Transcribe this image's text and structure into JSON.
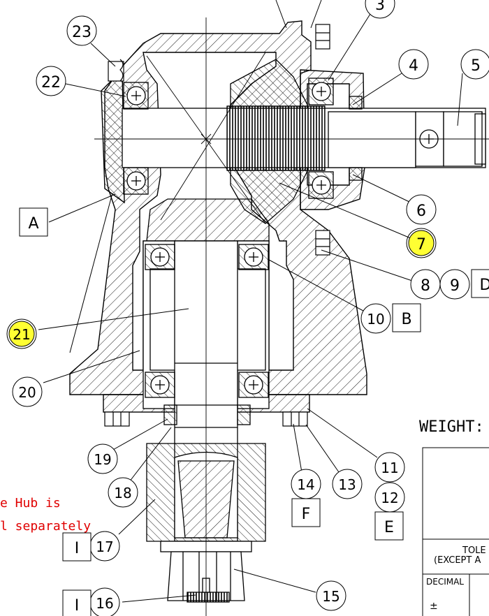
{
  "callouts": [
    {
      "label": "23",
      "highlight": false
    },
    {
      "label": "3",
      "highlight": false
    },
    {
      "label": "22",
      "highlight": false
    },
    {
      "label": "4",
      "highlight": false
    },
    {
      "label": "5",
      "highlight": false
    },
    {
      "label": "6",
      "highlight": false
    },
    {
      "label": "7",
      "highlight": true
    },
    {
      "label": "8",
      "highlight": false
    },
    {
      "label": "9",
      "highlight": false
    },
    {
      "label": "10",
      "highlight": false
    },
    {
      "label": "21",
      "highlight": true
    },
    {
      "label": "20",
      "highlight": false
    },
    {
      "label": "19",
      "highlight": false
    },
    {
      "label": "18",
      "highlight": false
    },
    {
      "label": "14",
      "highlight": false
    },
    {
      "label": "13",
      "highlight": false
    },
    {
      "label": "11",
      "highlight": false
    },
    {
      "label": "12",
      "highlight": false
    },
    {
      "label": "17",
      "highlight": false
    },
    {
      "label": "15",
      "highlight": false
    },
    {
      "label": "16",
      "highlight": false
    }
  ],
  "tags": [
    "A",
    "D",
    "B",
    "F",
    "E",
    "I",
    "I"
  ],
  "note_lines": [
    "e Hub is",
    "l separately"
  ],
  "weight_label": "WEIGHT:",
  "title_block": {
    "tolerance": "TOLE",
    "except": "(EXCEPT A",
    "decimal": "DECIMAL",
    "plusminus": "±"
  },
  "colors": {
    "highlight": "#ffff33",
    "note_text": "#e00000",
    "line": "#000000"
  }
}
